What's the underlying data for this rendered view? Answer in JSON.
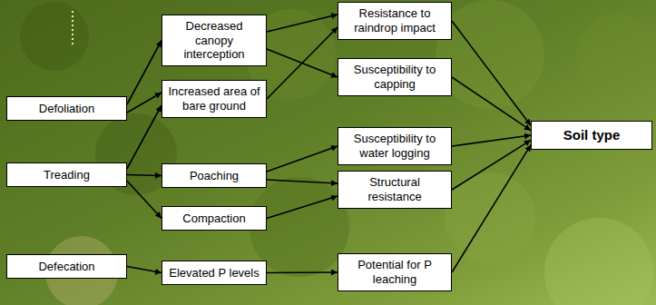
{
  "diagram": {
    "nodes": [
      {
        "text": [
          "Defoliation"
        ]
      },
      {
        "text": [
          "Treading"
        ]
      },
      {
        "text": [
          "Defecation"
        ]
      },
      {
        "text": [
          "Decreased canopy interception"
        ]
      },
      {
        "text": [
          "Increased area of bare ground"
        ]
      },
      {
        "text": [
          "Poaching"
        ]
      },
      {
        "text": [
          "Compaction"
        ]
      },
      {
        "text": [
          "Elevated P levels"
        ]
      },
      {
        "text": [
          "Resistance to raindrop impact"
        ]
      },
      {
        "text": [
          "Susceptibility to capping"
        ]
      },
      {
        "text": [
          "Susceptibility to water logging"
        ]
      },
      {
        "text": [
          "Structural resistance"
        ]
      },
      {
        "text": [
          "Potential for P leaching"
        ]
      },
      {
        "text": [
          "Soil type"
        ]
      }
    ],
    "edges": [
      {
        "from": 0,
        "to": 3,
        "arrow": "to"
      },
      {
        "from": 0,
        "to": 4,
        "arrow": "to"
      },
      {
        "from": 1,
        "to": 4,
        "arrow": "to"
      },
      {
        "from": 1,
        "to": 5,
        "arrow": "to"
      },
      {
        "from": 1,
        "to": 6,
        "arrow": "to"
      },
      {
        "from": 2,
        "to": 7,
        "arrow": "to"
      },
      {
        "from": 3,
        "to": 8,
        "arrow": "to"
      },
      {
        "from": 3,
        "to": 9,
        "arrow": "to"
      },
      {
        "from": 4,
        "to": 8,
        "arrow": "to"
      },
      {
        "from": 5,
        "to": 10,
        "arrow": "to"
      },
      {
        "from": 5,
        "to": 11,
        "arrow": "to"
      },
      {
        "from": 6,
        "to": 11,
        "arrow": "to"
      },
      {
        "from": 7,
        "to": 12,
        "arrow": "to"
      },
      {
        "from": 8,
        "to": 13,
        "arrow": "to"
      },
      {
        "from": 9,
        "to": 13,
        "arrow": "to"
      },
      {
        "from": 10,
        "to": 13,
        "arrow": "to"
      },
      {
        "from": 11,
        "to": 13,
        "arrow": "to"
      },
      {
        "from": 12,
        "to": 13,
        "arrow": "to"
      }
    ]
  }
}
